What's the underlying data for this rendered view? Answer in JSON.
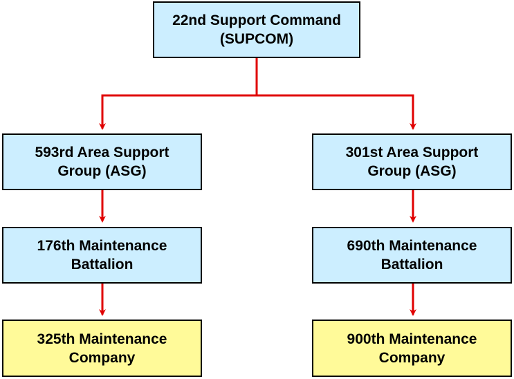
{
  "colors": {
    "command_fill": "#cceeff",
    "company_fill": "#fffa99",
    "connector": "#e00000",
    "border": "#000000"
  },
  "nodes": {
    "supcom": {
      "line1": "22nd Support Command",
      "line2": "(SUPCOM)"
    },
    "asg_593": {
      "line1": "593rd Area Support",
      "line2": "Group (ASG)"
    },
    "asg_301": {
      "line1": "301st Area Support",
      "line2": "Group (ASG)"
    },
    "bn_176": {
      "line1": "176th Maintenance",
      "line2": "Battalion"
    },
    "bn_690": {
      "line1": "690th Maintenance",
      "line2": "Battalion"
    },
    "co_325": {
      "line1": "325th Maintenance",
      "line2": "Company"
    },
    "co_900": {
      "line1": "900th Maintenance",
      "line2": "Company"
    }
  }
}
